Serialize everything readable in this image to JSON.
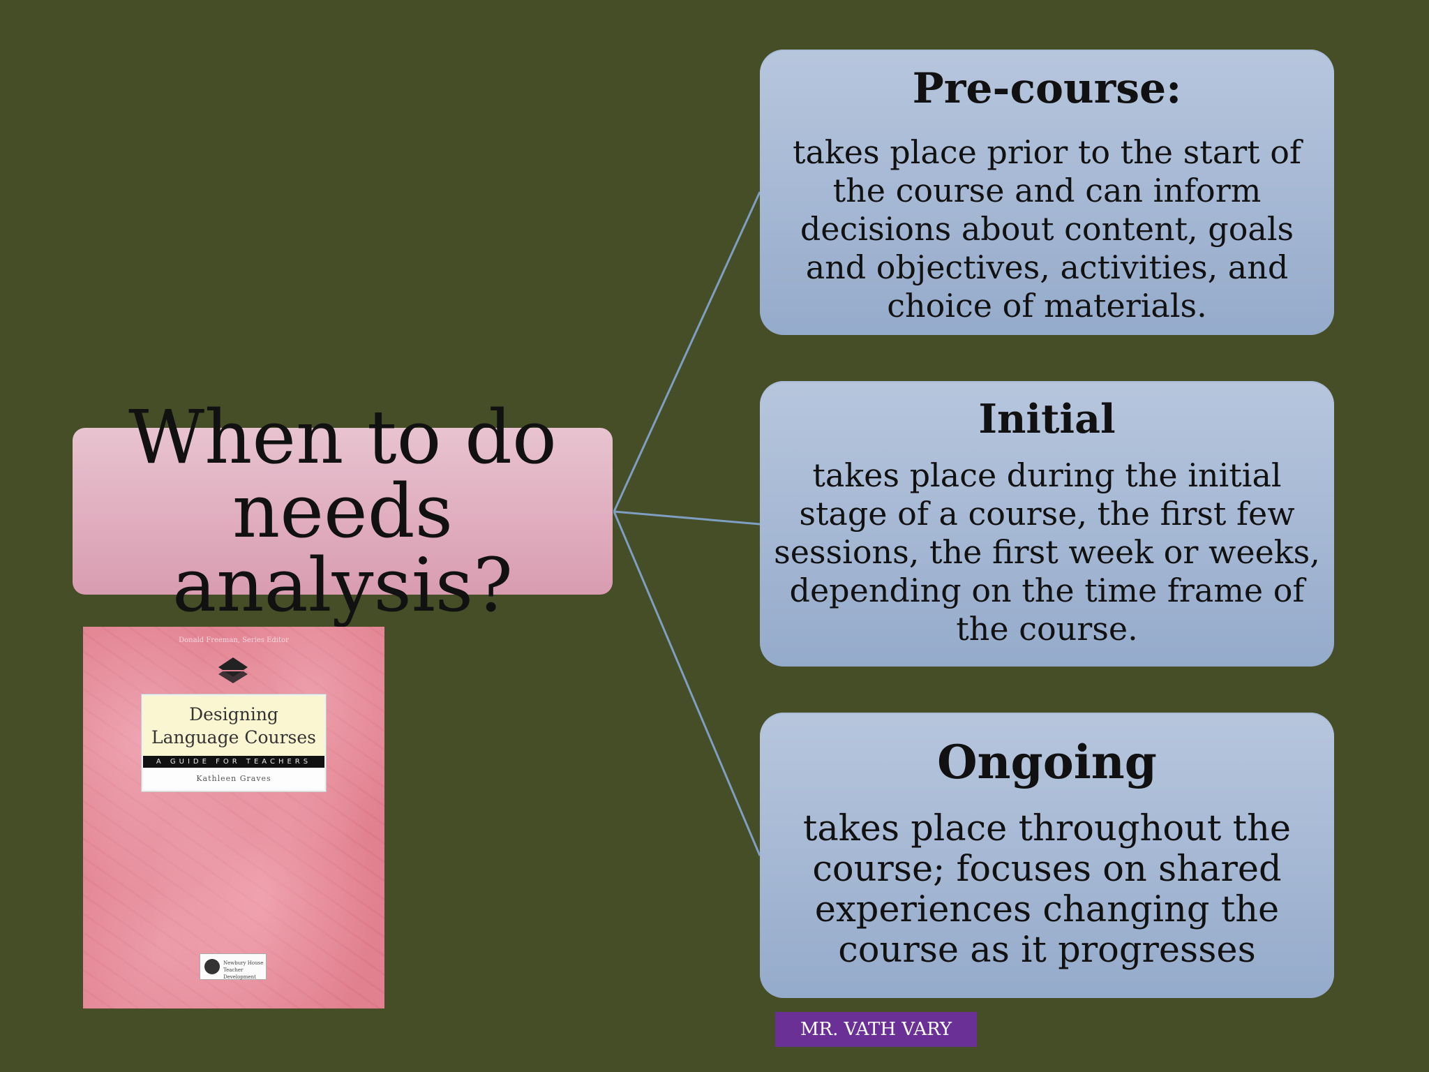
{
  "central_node": {
    "text": "When to do needs analysis?"
  },
  "nodes": [
    {
      "title": "Pre-course:",
      "body": "takes place prior to the start of the course and can inform decisions about content, goals and objectives, activities, and choice of materials."
    },
    {
      "title": "Initial",
      "body": "takes place during the initial stage of a course, the first few sessions, the first week or weeks, depending on the time frame of the course."
    },
    {
      "title": "Ongoing",
      "body": "takes place throughout the course; focuses on shared experiences changing the course as it progresses"
    }
  ],
  "book_cover": {
    "author": "Donald Freeman, Series Editor",
    "title": "Designing Language Courses",
    "subtitle": "A GUIDE FOR TEACHERS",
    "book_author": "Kathleen Graves",
    "publisher": "Newbury House Teacher Development"
  },
  "footer": {
    "badge": "MR. VATH VARY"
  },
  "colors": {
    "background": "#464e27",
    "central_node": "#e2b3c3",
    "info_nodes": "#a9bbd6",
    "connector": "#7f9fc2",
    "badge": "#6b3096"
  }
}
